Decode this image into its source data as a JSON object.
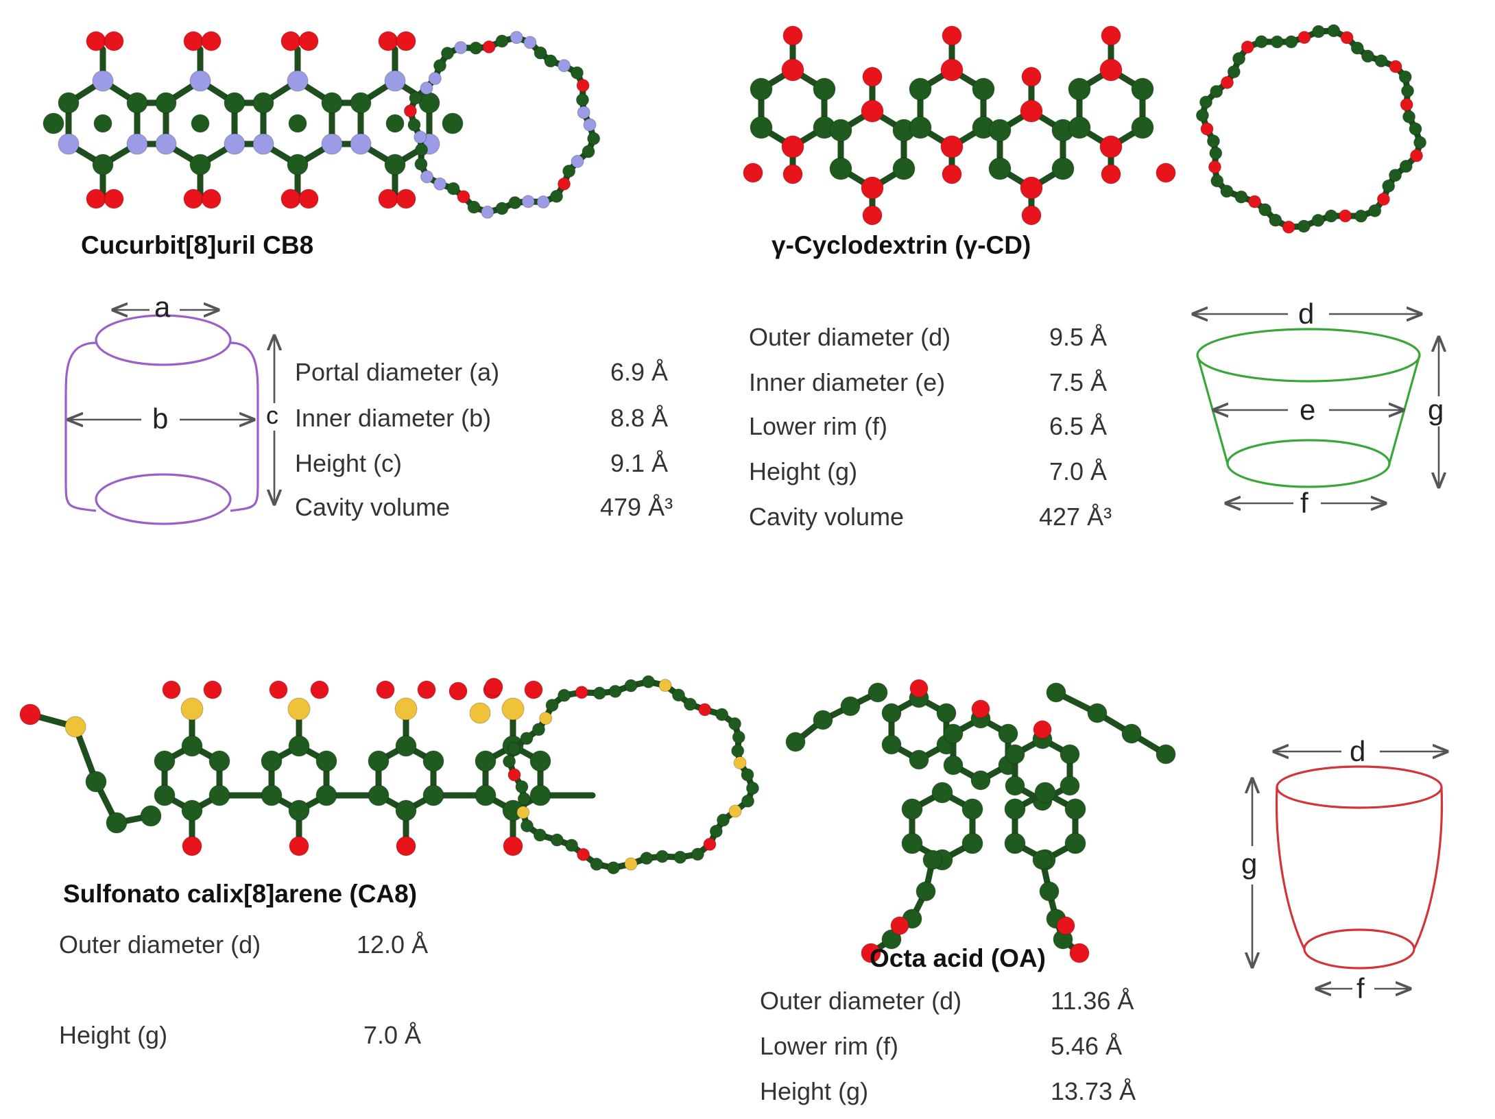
{
  "colors": {
    "carbon": "#1f5a1f",
    "oxygen": "#e8141c",
    "nitrogen": "#9b9be6",
    "sulfur": "#f0c23a",
    "cb8_shape": "#9b5fc8",
    "cd_shape": "#3aa63a",
    "oa_shape": "#d0353a"
  },
  "panels": {
    "cb8": {
      "title": "Cucurbit[8]uril CB8",
      "dims": {
        "a": "a",
        "b": "b",
        "c": "c"
      },
      "props": [
        {
          "label": "Portal diameter (a)",
          "value": "6.9 Å"
        },
        {
          "label": "Inner diameter (b)",
          "value": "8.8 Å"
        },
        {
          "label": "Height (c)",
          "value": "9.1 Å"
        },
        {
          "label": "Cavity volume",
          "value": "479 Å³"
        }
      ]
    },
    "gcd": {
      "title": "γ-Cyclodextrin (γ-CD)",
      "dims": {
        "d": "d",
        "e": "e",
        "f": "f",
        "g": "g"
      },
      "props": [
        {
          "label": "Outer diameter (d)",
          "value": "9.5 Å"
        },
        {
          "label": "Inner diameter (e)",
          "value": "7.5 Å"
        },
        {
          "label": "Lower rim (f)",
          "value": "6.5 Å"
        },
        {
          "label": "Height (g)",
          "value": "7.0 Å"
        },
        {
          "label": "Cavity volume",
          "value": "427 Å³"
        }
      ]
    },
    "ca8": {
      "title": "Sulfonato calix[8]arene (CA8)",
      "props": [
        {
          "label": "Outer diameter (d)",
          "value": "12.0 Å"
        },
        {
          "label": "Height (g)",
          "value": "7.0 Å"
        }
      ]
    },
    "oa": {
      "title": "Octa acid (OA)",
      "dims": {
        "d": "d",
        "f": "f",
        "g": "g"
      },
      "props": [
        {
          "label": "Outer diameter (d)",
          "value": "11.36 Å"
        },
        {
          "label": "Lower rim (f)",
          "value": "5.46 Å"
        },
        {
          "label": "Height (g)",
          "value": "13.73 Å"
        }
      ]
    }
  }
}
